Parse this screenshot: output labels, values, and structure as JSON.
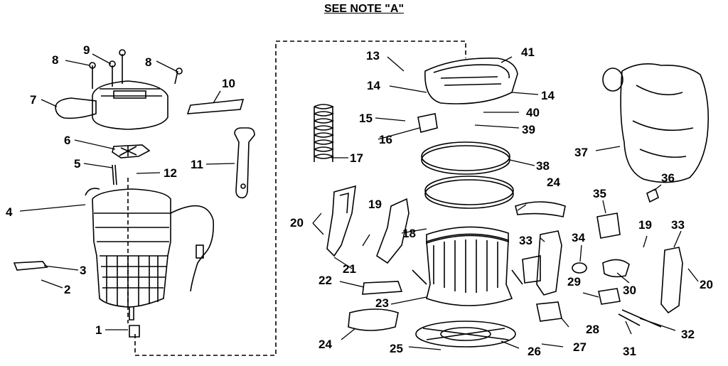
{
  "title": "SEE NOTE \"A\"",
  "callouts": [
    {
      "id": "c1",
      "label": "1"
    },
    {
      "id": "c2",
      "label": "2"
    },
    {
      "id": "c3",
      "label": "3"
    },
    {
      "id": "c4",
      "label": "4"
    },
    {
      "id": "c5",
      "label": "5"
    },
    {
      "id": "c6",
      "label": "6"
    },
    {
      "id": "c7",
      "label": "7"
    },
    {
      "id": "c8a",
      "label": "8"
    },
    {
      "id": "c8b",
      "label": "8"
    },
    {
      "id": "c9",
      "label": "9"
    },
    {
      "id": "c10",
      "label": "10"
    },
    {
      "id": "c11",
      "label": "11"
    },
    {
      "id": "c12",
      "label": "12"
    },
    {
      "id": "c13",
      "label": "13"
    },
    {
      "id": "c14a",
      "label": "14"
    },
    {
      "id": "c14b",
      "label": "14"
    },
    {
      "id": "c15",
      "label": "15"
    },
    {
      "id": "c16",
      "label": "16"
    },
    {
      "id": "c17",
      "label": "17"
    },
    {
      "id": "c18",
      "label": "18"
    },
    {
      "id": "c19a",
      "label": "19"
    },
    {
      "id": "c19b",
      "label": "19"
    },
    {
      "id": "c20a",
      "label": "20"
    },
    {
      "id": "c20b",
      "label": "20"
    },
    {
      "id": "c21",
      "label": "21"
    },
    {
      "id": "c22",
      "label": "22"
    },
    {
      "id": "c23",
      "label": "23"
    },
    {
      "id": "c24a",
      "label": "24"
    },
    {
      "id": "c24b",
      "label": "24"
    },
    {
      "id": "c25",
      "label": "25"
    },
    {
      "id": "c26",
      "label": "26"
    },
    {
      "id": "c27",
      "label": "27"
    },
    {
      "id": "c28",
      "label": "28"
    },
    {
      "id": "c29",
      "label": "29"
    },
    {
      "id": "c30",
      "label": "30"
    },
    {
      "id": "c31",
      "label": "31"
    },
    {
      "id": "c32",
      "label": "32"
    },
    {
      "id": "c33a",
      "label": "33"
    },
    {
      "id": "c33b",
      "label": "33"
    },
    {
      "id": "c34",
      "label": "34"
    },
    {
      "id": "c35",
      "label": "35"
    },
    {
      "id": "c36",
      "label": "36"
    },
    {
      "id": "c37",
      "label": "37"
    },
    {
      "id": "c38",
      "label": "38"
    },
    {
      "id": "c39",
      "label": "39"
    },
    {
      "id": "c40",
      "label": "40"
    },
    {
      "id": "c41",
      "label": "41"
    }
  ],
  "colors": {
    "ink": "#000000",
    "paper": "#ffffff"
  }
}
